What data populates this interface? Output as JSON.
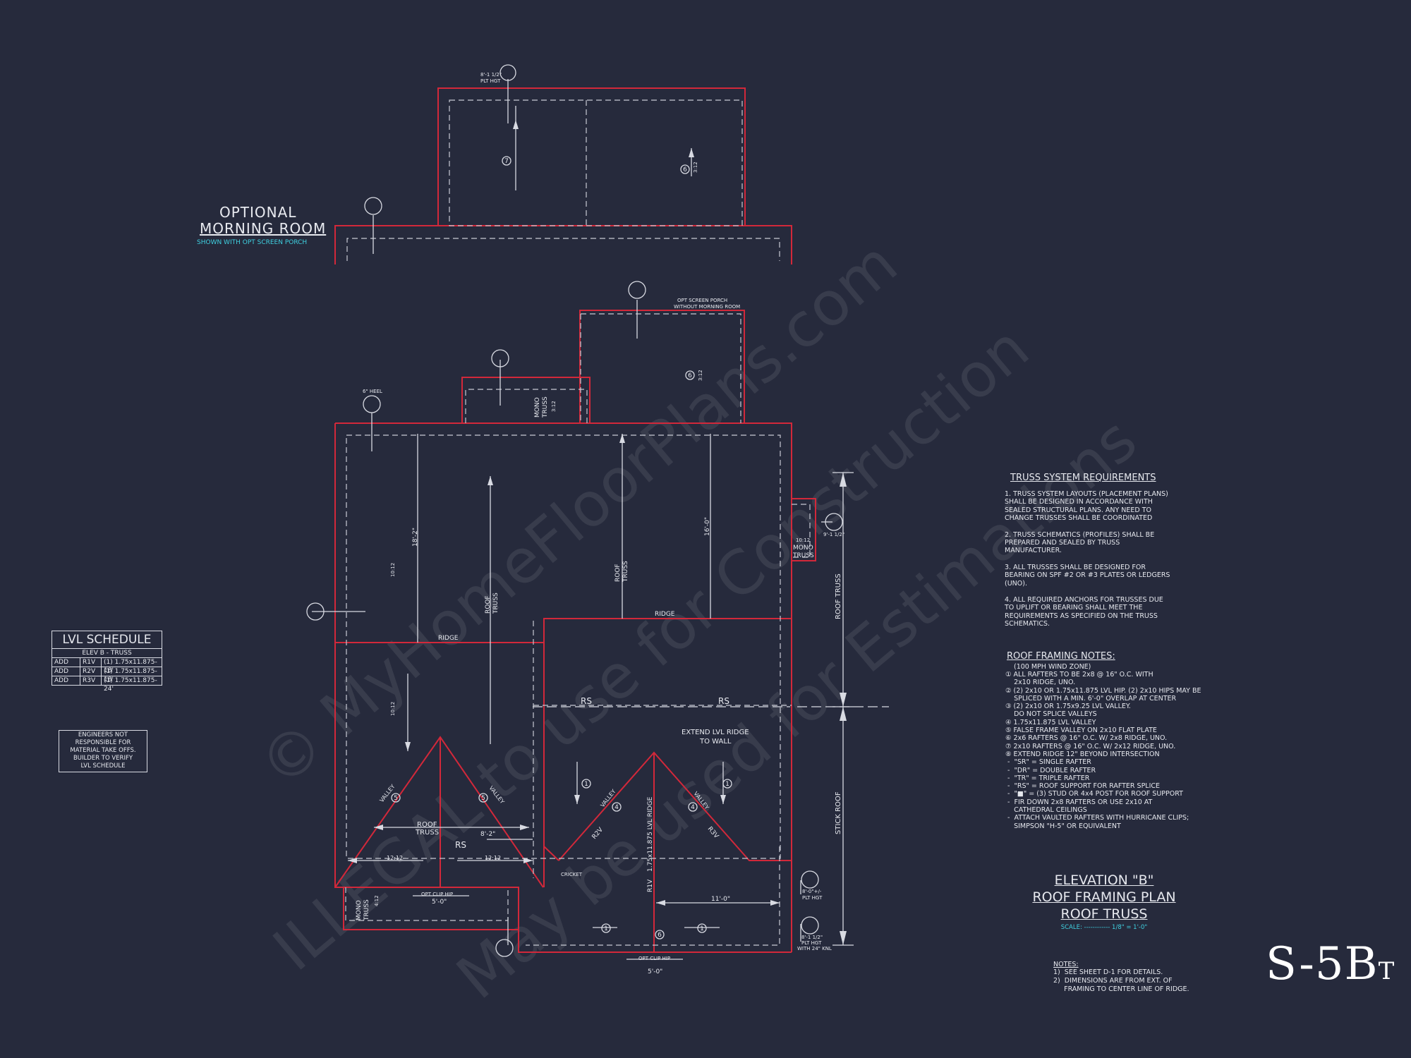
{
  "sheet_number": "S-5B",
  "sheet_suffix": "T",
  "watermark": {
    "line1": "© MyHomeFloorPlans.com",
    "line2": "ILLEGAL to use for Construction",
    "line3": "May be used for Estimations"
  },
  "morning_room": {
    "title_line1": "OPTIONAL",
    "title_line2": "MORNING ROOM",
    "subtitle": "SHOWN WITH OPT SCREEN PORCH"
  },
  "opt_screen_porch_note": {
    "line1": "OPT SCREEN PORCH",
    "line2": "WITHOUT MORNING ROOM"
  },
  "lvl_schedule": {
    "title": "LVL SCHEDULE",
    "subtitle": "ELEV B - TRUSS",
    "rows": [
      {
        "a": "ADD",
        "b": "R1V",
        "c": "(1) 1.75x11.875-18'"
      },
      {
        "a": "ADD",
        "b": "R2V",
        "c": "(1) 1.75x11.875-18'"
      },
      {
        "a": "ADD",
        "b": "R3V",
        "c": "(1) 1.75x11.875-24'"
      }
    ]
  },
  "engineers_note": [
    "ENGINEERS NOT",
    "RESPONSIBLE FOR",
    "MATERIAL TAKE OFFS.",
    "BUILDER TO VERIFY",
    "LVL SCHEDULE"
  ],
  "truss_requirements": {
    "title": "TRUSS SYSTEM REQUIREMENTS",
    "items": [
      [
        "1. TRUSS SYSTEM LAYOUTS (PLACEMENT PLANS)",
        "SHALL BE DESIGNED IN ACCORDANCE WITH",
        "SEALED STRUCTURAL PLANS. ANY NEED TO",
        "CHANGE TRUSSES SHALL BE COORDINATED"
      ],
      [
        "2. TRUSS SCHEMATICS (PROFILES) SHALL BE",
        "PREPARED AND SEALED BY TRUSS",
        "MANUFACTURER."
      ],
      [
        "3. ALL TRUSSES SHALL BE DESIGNED FOR",
        "BEARING ON SPF #2 OR #3 PLATES OR LEDGERS",
        "(UNO)."
      ],
      [
        "4. ALL REQUIRED ANCHORS FOR TRUSSES DUE",
        "TO UPLIFT OR BEARING SHALL MEET THE",
        "REQUIREMENTS AS SPECIFIED ON THE TRUSS",
        "SCHEMATICS."
      ]
    ]
  },
  "roof_framing_notes": {
    "title": "ROOF FRAMING NOTES:",
    "wind": "(100 MPH WIND ZONE)",
    "items": [
      "① ALL RAFTERS TO BE 2x8 @ 16\" O.C. WITH",
      "    2x10 RIDGE, UNO.",
      "② (2) 2x10 OR 1.75x11.875 LVL HIP. (2) 2x10 HIPS MAY BE",
      "    SPLICED WITH A MIN. 6'-0\" OVERLAP AT CENTER",
      "③ (2) 2x10 OR 1.75x9.25 LVL VALLEY.",
      "    DO NOT SPLICE VALLEYS",
      "④ 1.75x11.875 LVL VALLEY",
      "⑤ FALSE FRAME VALLEY ON 2x10 FLAT PLATE",
      "⑥ 2x6 RAFTERS @ 16\" O.C. W/ 2x8 RIDGE, UNO.",
      "⑦ 2x10 RAFTERS @ 16\" O.C. W/ 2x12 RIDGE, UNO.",
      "⑧ EXTEND RIDGE 12\" BEYOND INTERSECTION",
      " -  \"SR\" = SINGLE RAFTER",
      " -  \"DR\" = DOUBLE RAFTER",
      " -  \"TR\" = TRIPLE RAFTER",
      " -  \"RS\" = ROOF SUPPORT FOR RAFTER SPLICE",
      " -  \"■\" = (3) STUD OR 4x4 POST FOR ROOF SUPPORT",
      " -  FIR DOWN 2x8 RAFTERS OR USE 2x10 AT",
      "    CATHEDRAL CEILINGS",
      " -  ATTACH VAULTED RAFTERS WITH HURRICANE CLIPS;",
      "    SIMPSON \"H-5\" OR EQUIVALENT"
    ]
  },
  "elevation_title": {
    "line1": "ELEVATION \"B\"",
    "line2": "ROOF FRAMING PLAN",
    "line3": "ROOF TRUSS",
    "scale_label": "SCALE:",
    "scale_dots": "------------",
    "scale_value": "1/8\" = 1'-0\""
  },
  "sheet_notes": {
    "title": "NOTES:",
    "items": [
      "1)  SEE SHEET D-1 FOR DETAILS.",
      "2)  DIMENSIONS ARE FROM EXT. OF",
      "     FRAMING TO CENTER LINE OF RIDGE."
    ]
  },
  "plan_labels": {
    "ridge_left": "RIDGE",
    "ridge_right": "RIDGE",
    "rs_left": "RS",
    "rs_right": "RS",
    "rs_bottom": "RS",
    "extend_lvl_line1": "EXTEND LVL RIDGE",
    "extend_lvl_line2": "TO WALL",
    "roof_truss_left1": "ROOF",
    "roof_truss_left2": "TRUSS",
    "roof_truss_center1": "ROOF",
    "roof_truss_center2": "TRUSS",
    "roof_truss_rot": "ROOF TRUSS",
    "stick_roof": "STICK ROOF",
    "roof_truss_bottom1": "ROOF",
    "roof_truss_bottom2": "TRUSS",
    "mono_truss_top1": "MONO",
    "mono_truss_top2": "TRUSS",
    "mono_truss_right1": "MONO",
    "mono_truss_right2": "TRUSS",
    "mono_truss_bl1": "MONO",
    "mono_truss_bl2": "TRUSS",
    "valley": "VALLEY",
    "cricket": "CRICKET",
    "opt_clip_hip": "OPT CLIP HIP",
    "dim_5_0": "5'-0\"",
    "dim_8_2": "8'-2\"",
    "dim_18_2": "18'-2\"",
    "dim_16_0": "16'-0\"",
    "dim_11_0": "11'-0\"",
    "lvl_ridge": "1.75x11.875 LVL RIDGE",
    "r1v": "R1V",
    "r2v": "R2V",
    "r3v": "R3V",
    "heel": "6\" HEEL",
    "plt_top1": "8'-1 1/2\"",
    "plt_top2": "PLT HGT",
    "plt_br1": "8'-1 1/2\"",
    "plt_br2": "PLT HGT",
    "plt_br3": "WITH 24\" KNL",
    "plt_r1": "9'-1 1/2\"",
    "plt_r2": "8'-0\"+/-",
    "plt_r3": "PLT HGT",
    "pitch_10_12": "10:12",
    "pitch_3_12": "3:12",
    "pitch_4_12": "4:12",
    "pitch_12_12": "12:12"
  },
  "colors": {
    "background": "#262a3c",
    "red_outline": "#d2283a",
    "linework": "#d8dae2",
    "cyan": "#3fd0e0"
  }
}
